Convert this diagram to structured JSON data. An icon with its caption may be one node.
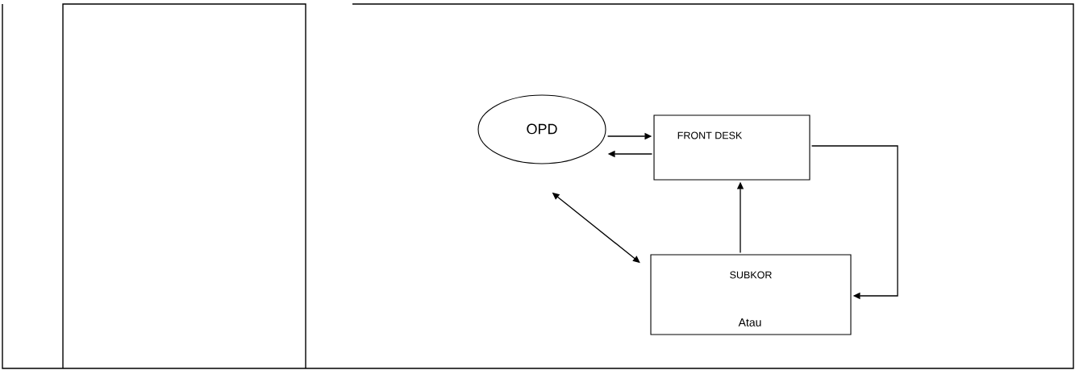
{
  "diagram": {
    "nodes": [
      {
        "text": [
          "OPD"
        ]
      },
      {
        "text": [
          "FRONT DESK"
        ]
      },
      {
        "text": [
          "SUBKOR",
          "Atau"
        ]
      }
    ],
    "edges": [
      {
        "from": 0,
        "to": 1,
        "arrow": "to"
      },
      {
        "from": 1,
        "to": 0,
        "arrow": "to"
      },
      {
        "from": 0,
        "to": 2,
        "arrow": "both"
      },
      {
        "from": 2,
        "to": 1,
        "arrow": "to"
      },
      {
        "from": 1,
        "to": 2,
        "arrow": "to"
      }
    ]
  }
}
